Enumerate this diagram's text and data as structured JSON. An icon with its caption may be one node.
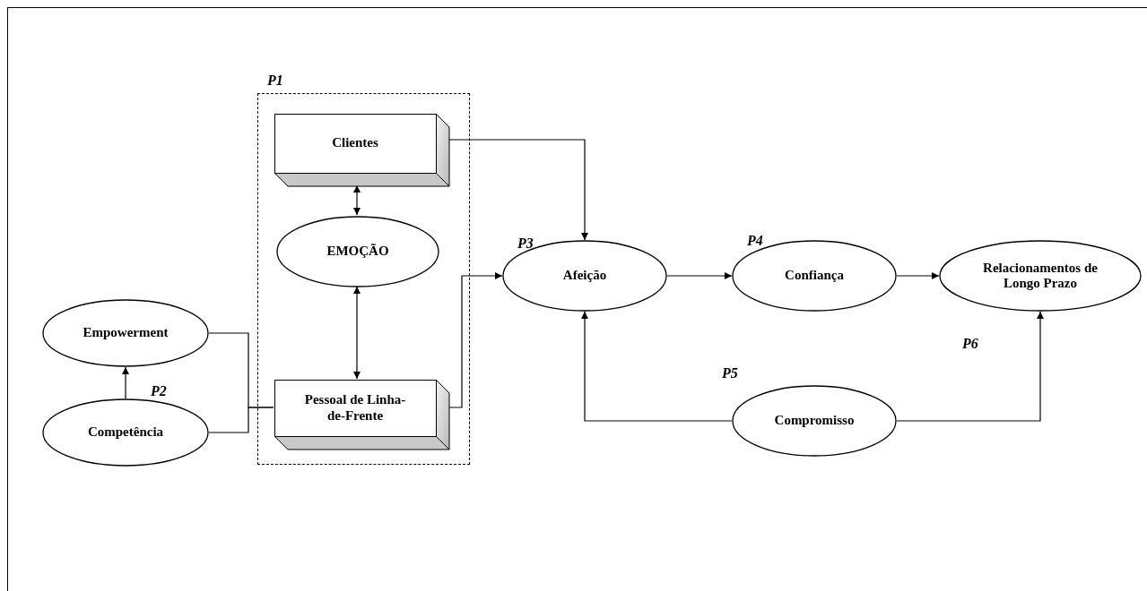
{
  "diagram": {
    "nodes": [
      {
        "text": [
          "P1"
        ]
      },
      {
        "text": [
          "Clientes"
        ],
        "in": 0
      },
      {
        "text": [
          "EMOÇÃO"
        ],
        "in": 0
      },
      {
        "text": [
          "Pessoal de Linha-de-Frente"
        ],
        "in": 0
      },
      {
        "text": [
          "Empowerment"
        ]
      },
      {
        "text": [
          "Competência"
        ]
      },
      {
        "text": [
          "Afeição"
        ]
      },
      {
        "text": [
          "Confiança"
        ]
      },
      {
        "text": [
          "Relacionamentos de Longo Prazo"
        ]
      },
      {
        "text": [
          "Compromisso"
        ]
      }
    ],
    "edges": [
      {
        "from": 1,
        "to": 6,
        "arrow": "to"
      },
      {
        "from": 1,
        "to": 2,
        "arrow": "both"
      },
      {
        "from": 2,
        "to": 3,
        "arrow": "both"
      },
      {
        "from": 3,
        "to": 6,
        "arrow": "to"
      },
      {
        "from": 4,
        "to": 3,
        "arrow": "none"
      },
      {
        "from": 5,
        "to": 3,
        "arrow": "none"
      },
      {
        "from": 5,
        "to": 4,
        "arrow": "to"
      },
      {
        "from": 6,
        "to": 7,
        "arrow": "to"
      },
      {
        "from": 7,
        "to": 8,
        "arrow": "to"
      },
      {
        "from": 9,
        "to": 6,
        "arrow": "to"
      },
      {
        "from": 9,
        "to": 8,
        "arrow": "to"
      }
    ],
    "labels": [
      "P2",
      "P3",
      "P4",
      "P5",
      "P6"
    ]
  }
}
